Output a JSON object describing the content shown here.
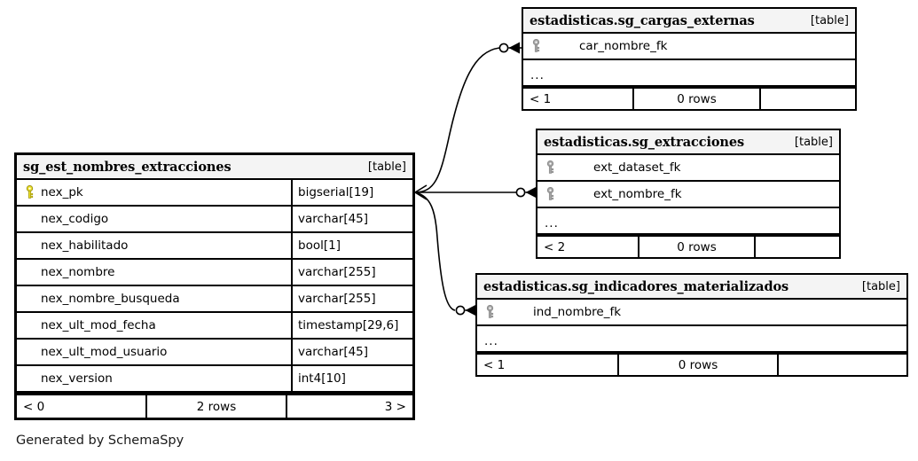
{
  "diagram": {
    "caption": "Generated by SchemaSpy",
    "table_tag": "[table]",
    "ellipsis": "...",
    "key_icon_pk_color": "#ece02a",
    "key_icon_fk_color": "#a6a6a6",
    "border_color": "#000000",
    "title_background": "#f4f4f4",
    "background": "#ffffff"
  },
  "tables": {
    "main": {
      "name": "sg_est_nombres_extracciones",
      "tag": "[table]",
      "columns": [
        {
          "name": "nex_pk",
          "type": "bigserial[19]",
          "key": "primary"
        },
        {
          "name": "nex_codigo",
          "type": "varchar[45]",
          "key": "none"
        },
        {
          "name": "nex_habilitado",
          "type": "bool[1]",
          "key": "none"
        },
        {
          "name": "nex_nombre",
          "type": "varchar[255]",
          "key": "none"
        },
        {
          "name": "nex_nombre_busqueda",
          "type": "varchar[255]",
          "key": "none"
        },
        {
          "name": "nex_ult_mod_fecha",
          "type": "timestamp[29,6]",
          "key": "none"
        },
        {
          "name": "nex_ult_mod_usuario",
          "type": "varchar[45]",
          "key": "none"
        },
        {
          "name": "nex_version",
          "type": "int4[10]",
          "key": "none"
        }
      ],
      "footer": {
        "left": "< 0",
        "center": "2 rows",
        "right": "3 >"
      }
    },
    "cargas_externas": {
      "name": "estadisticas.sg_cargas_externas",
      "tag": "[table]",
      "columns": [
        {
          "name": "car_nombre_fk",
          "key": "foreign"
        }
      ],
      "ellipsis": "...",
      "footer": {
        "left": "< 1",
        "center": "0 rows",
        "right": ""
      }
    },
    "extracciones": {
      "name": "estadisticas.sg_extracciones",
      "tag": "[table]",
      "columns": [
        {
          "name": "ext_dataset_fk",
          "key": "foreign"
        },
        {
          "name": "ext_nombre_fk",
          "key": "foreign"
        }
      ],
      "ellipsis": "...",
      "footer": {
        "left": "< 2",
        "center": "0 rows",
        "right": ""
      }
    },
    "indicadores_materializados": {
      "name": "estadisticas.sg_indicadores_materializados",
      "tag": "[table]",
      "columns": [
        {
          "name": "ind_nombre_fk",
          "key": "foreign"
        }
      ],
      "ellipsis": "...",
      "footer": {
        "left": "< 1",
        "center": "0 rows",
        "right": ""
      }
    }
  },
  "relationships": [
    {
      "from": "sg_est_nombres_extracciones.nex_pk",
      "to": "estadisticas.sg_cargas_externas.car_nombre_fk"
    },
    {
      "from": "sg_est_nombres_extracciones.nex_pk",
      "to": "estadisticas.sg_extracciones.ext_nombre_fk"
    },
    {
      "from": "sg_est_nombres_extracciones.nex_pk",
      "to": "estadisticas.sg_indicadores_materializados.ind_nombre_fk"
    }
  ]
}
